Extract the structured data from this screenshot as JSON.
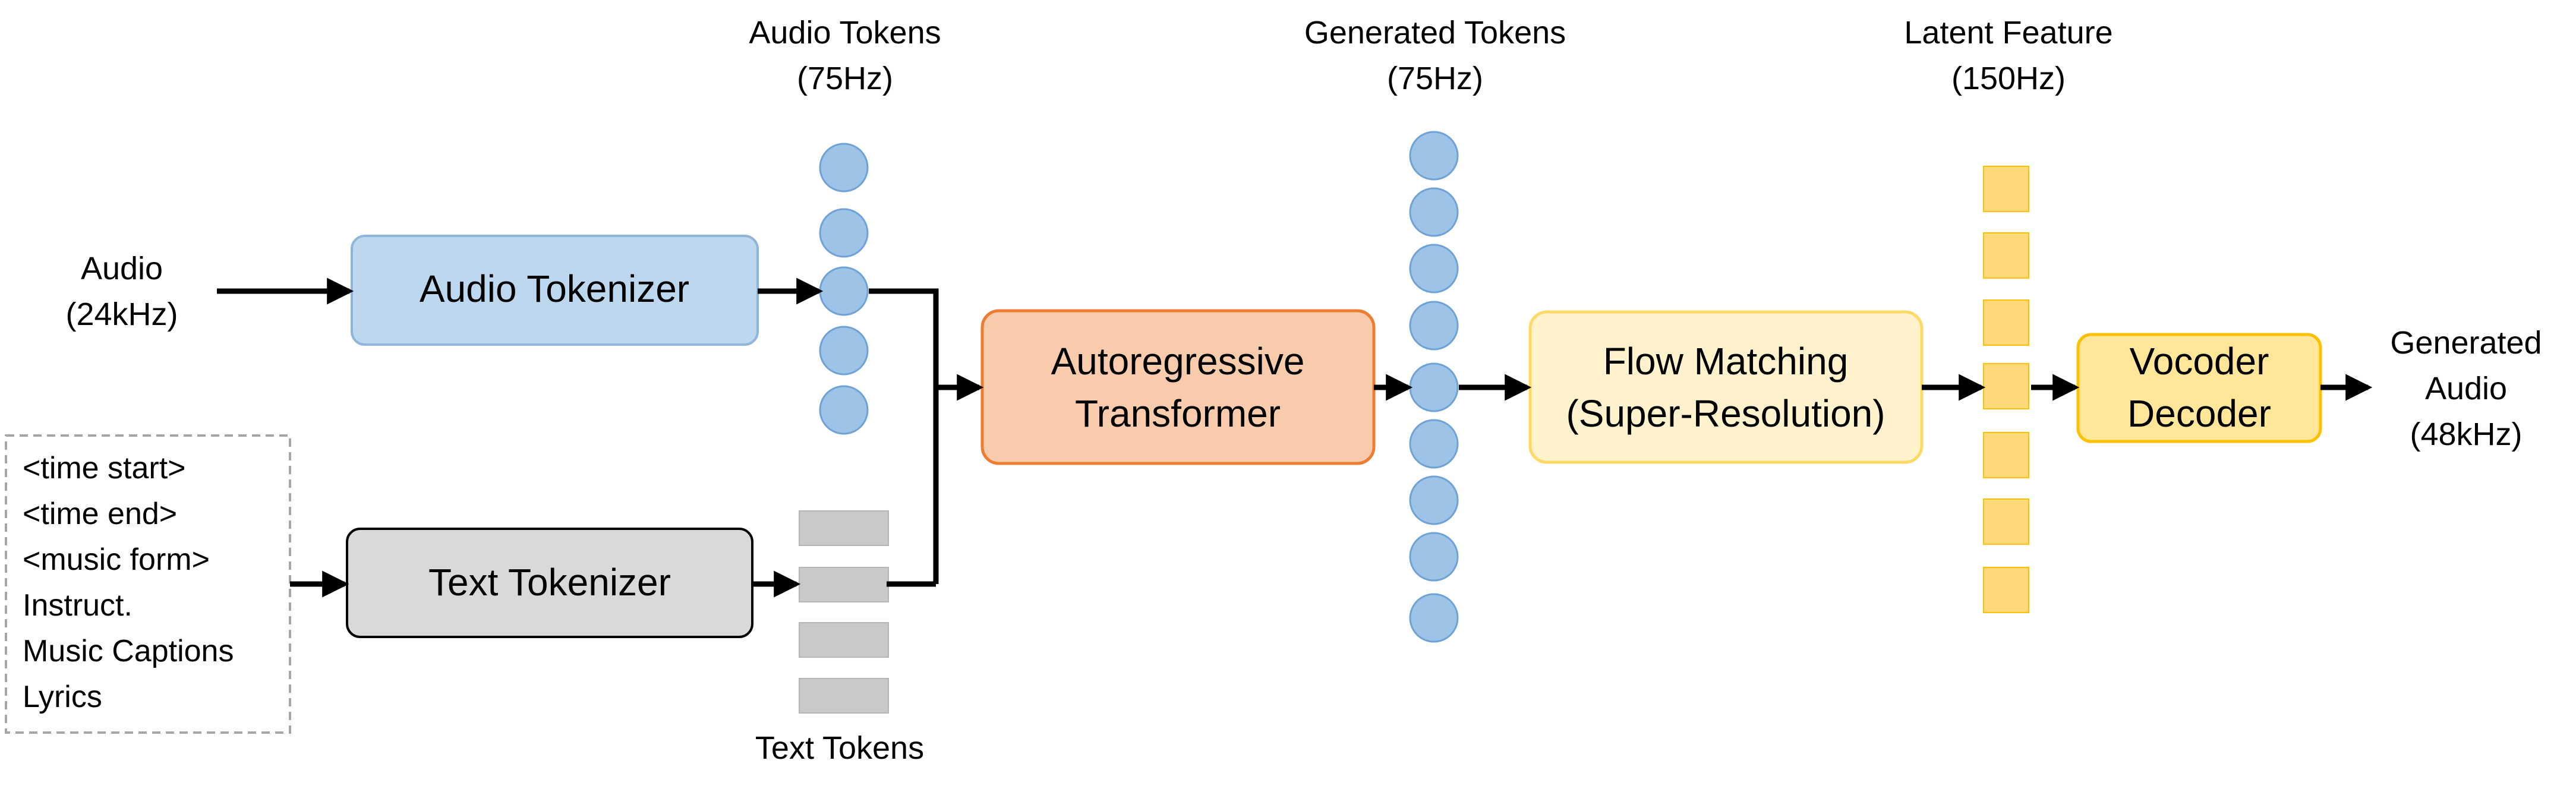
{
  "labels": {
    "audio_tokens": [
      "Audio Tokens",
      "(75Hz)"
    ],
    "generated_tokens": [
      "Generated Tokens",
      "(75Hz)"
    ],
    "latent_feature": [
      "Latent Feature",
      "(150Hz)"
    ],
    "audio_input": [
      "Audio",
      "(24kHz)"
    ],
    "text_tokens": "Text Tokens",
    "generated_audio": [
      "Generated",
      "Audio",
      "(48kHz)"
    ]
  },
  "text_inputs": [
    "<time start>",
    "<time end>",
    "<music form>",
    "Instruct.",
    "Music Captions",
    "Lyrics"
  ],
  "boxes": {
    "audio_tokenizer": {
      "lines": [
        "Audio Tokenizer"
      ],
      "fill": "#bdd7ee",
      "stroke": "#8fb5da"
    },
    "text_tokenizer": {
      "lines": [
        "Text Tokenizer"
      ],
      "fill": "#d9d9d9",
      "stroke": "#000000"
    },
    "ar_transformer": {
      "lines": [
        "Autoregressive",
        "Transformer"
      ],
      "fill": "#f8cbad",
      "stroke": "#ed7d31"
    },
    "flow_matching": {
      "lines": [
        "Flow Matching",
        "(Super-Resolution)"
      ],
      "fill": "#fff2cc",
      "stroke": "#ffd966"
    },
    "vocoder": {
      "lines": [
        "Vocoder",
        "Decoder"
      ],
      "fill": "#ffe699",
      "stroke": "#ffc000"
    }
  },
  "colors": {
    "token_circle_fill": "#9dc3e6",
    "token_circle_stroke": "#6fa3d6",
    "text_token_fill": "#c9c9c9",
    "latent_fill": "#ffd97a",
    "latent_stroke": "#ffc000",
    "arrow": "#000000",
    "dashed_border": "#a6a6a6"
  }
}
